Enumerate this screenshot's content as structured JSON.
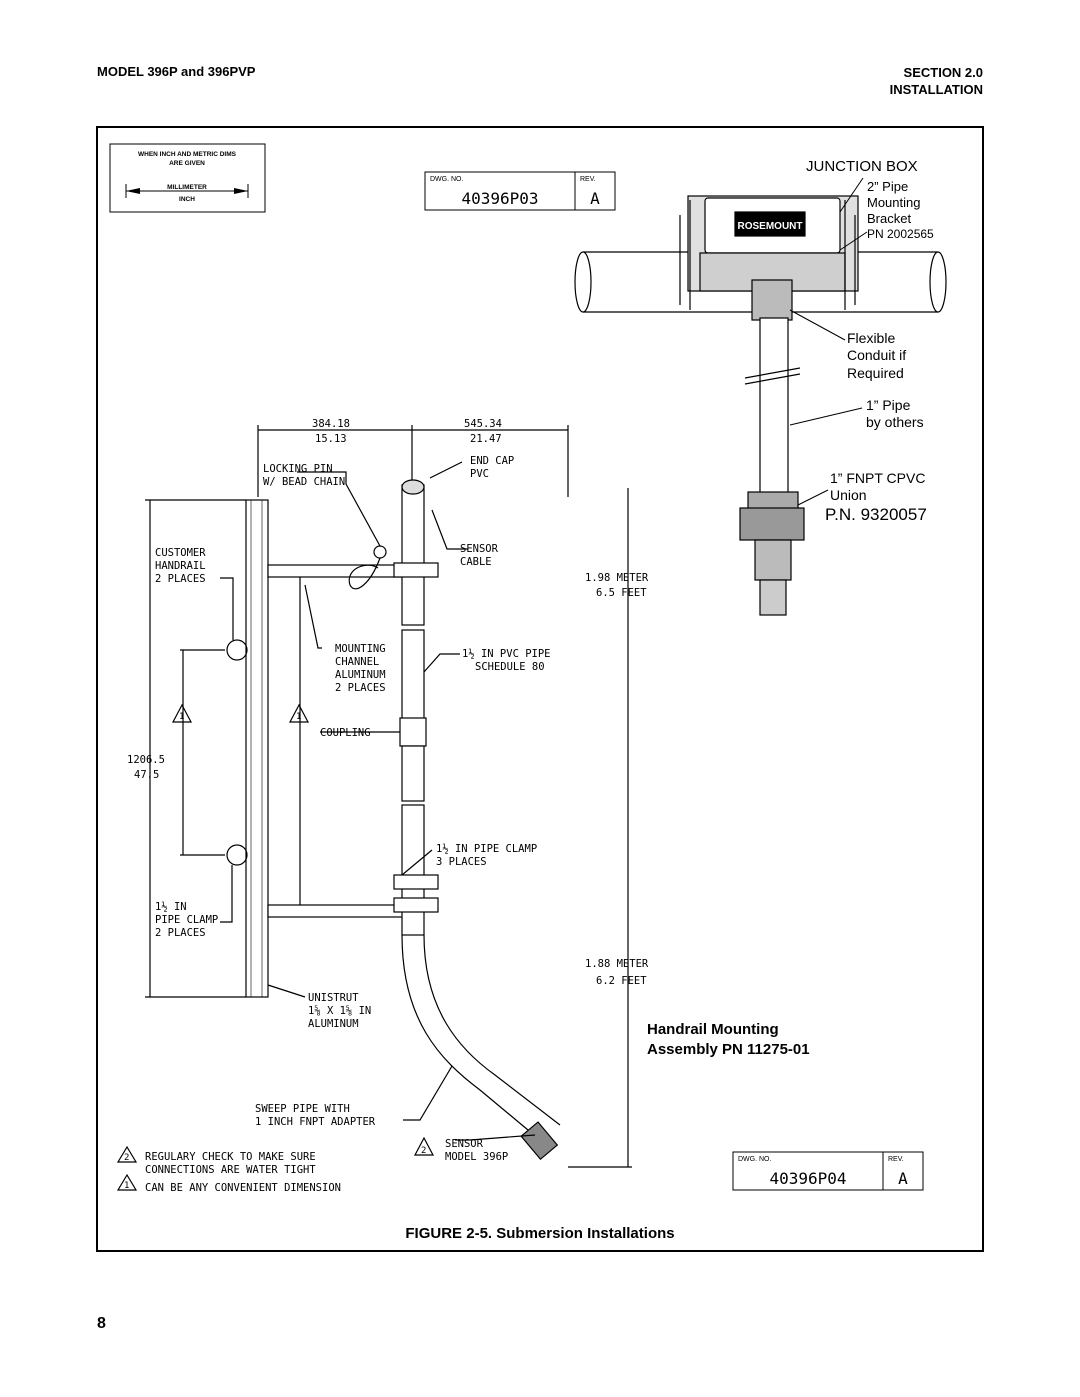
{
  "header": {
    "model": "MODEL 396P and 396PVP",
    "section": "SECTION 2.0",
    "section_title": "INSTALLATION"
  },
  "legend": {
    "line1": "WHEN INCH AND METRIC DIMS",
    "line2": "ARE GIVEN",
    "metric": "MILLIMETER",
    "imperial": "INCH"
  },
  "dwg_top": {
    "no_label": "DWG. NO.",
    "rev_label": "REV.",
    "number": "40396P03",
    "rev": "A"
  },
  "dwg_bottom": {
    "no_label": "DWG. NO.",
    "rev_label": "REV.",
    "number": "40396P04",
    "rev": "A"
  },
  "junction": {
    "title": "JUNCTION BOX",
    "pipe": [
      "2” Pipe",
      "Mounting",
      "Bracket",
      "PN 2002565"
    ],
    "brand": "ROSEMOUNT",
    "conduit": [
      "Flexible",
      "Conduit if",
      "Required"
    ],
    "pipe1": [
      "1” Pipe",
      "by others"
    ],
    "union": [
      "1” FNPT CPVC",
      "Union",
      "P.N. 9320057"
    ]
  },
  "handrail": {
    "dim1_mm": "384.18",
    "dim1_in": "15.13",
    "dim2_mm": "545.34",
    "dim2_in": "21.47",
    "locking_pin": [
      "LOCKING PIN",
      "W/ BEAD CHAIN"
    ],
    "end_cap": [
      "END CAP",
      "PVC"
    ],
    "customer_handrail": [
      "CUSTOMER",
      "HANDRAIL",
      "2 PLACES"
    ],
    "sensor_cable": [
      "SENSOR",
      "CABLE"
    ],
    "meter198": "1.98 METER",
    "feet65": "6.5 FEET",
    "mounting_channel": [
      "MOUNTING",
      "CHANNEL",
      "ALUMINUM",
      "2 PLACES"
    ],
    "pvc_pipe": [
      "1½ IN PVC PIPE",
      "SCHEDULE 80"
    ],
    "coupling": "COUPLING",
    "dim3_mm": "1206.5",
    "dim3_in": "47.5",
    "pipe_clamp": [
      "1½ IN PIPE CLAMP",
      "3 PLACES"
    ],
    "pipe_clamp2": [
      "1½ IN",
      "PIPE CLAMP",
      "2 PLACES"
    ],
    "meter188": "1.88 METER",
    "feet62": "6.2 FEET",
    "unistrut": [
      "UNISTRUT",
      "1⅝ X 1⅝ IN",
      "ALUMINUM"
    ],
    "sweep": [
      "SWEEP PIPE WITH",
      "1 INCH FNPT ADAPTER"
    ],
    "sensor": [
      "SENSOR",
      "MODEL 396P"
    ],
    "note2": [
      "REGULARY CHECK TO MAKE SURE",
      "CONNECTIONS ARE WATER TIGHT"
    ],
    "note1": "CAN BE ANY CONVENIENT DIMENSION",
    "title": [
      "Handrail Mounting",
      "Assembly PN 11275-01"
    ],
    "tri1": "1",
    "tri2": "2"
  },
  "figure_caption": "FIGURE 2-5. Submersion Installations",
  "page_number": "8"
}
